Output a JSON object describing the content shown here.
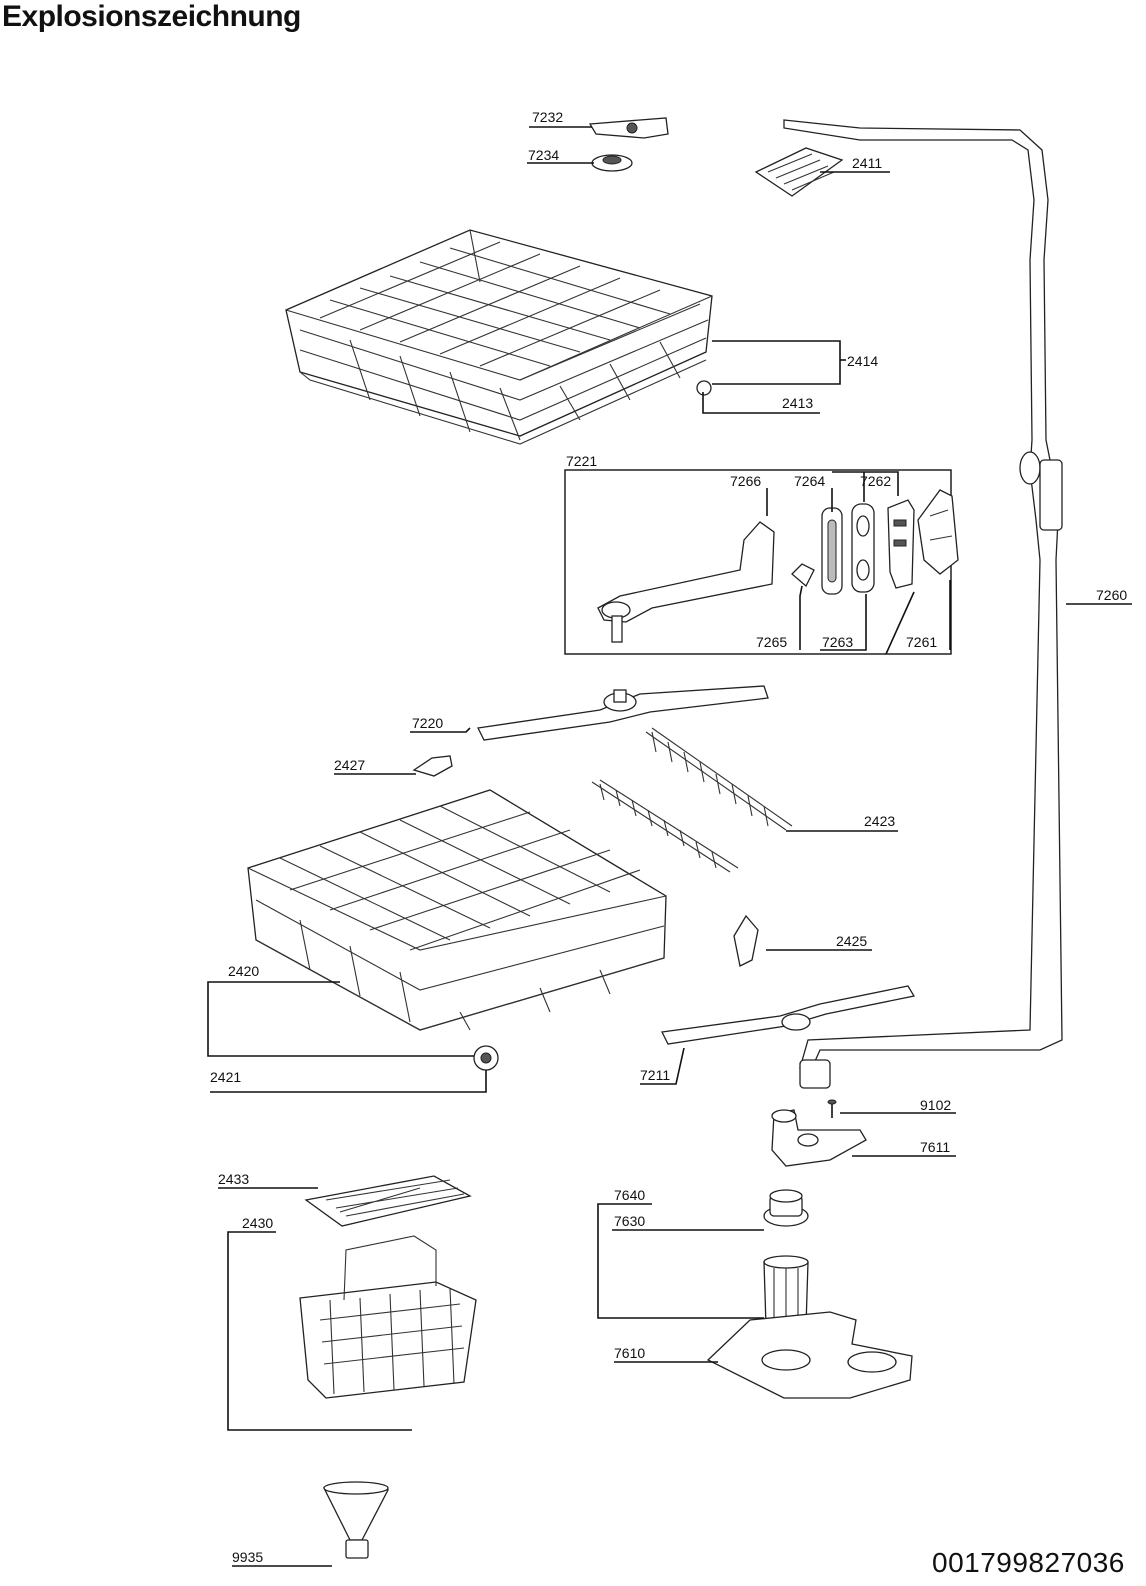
{
  "title": "Explosionszeichnung",
  "doc_number": "001799827036",
  "part_labels": {
    "p7232": "7232",
    "p7234": "7234",
    "p2411": "2411",
    "p2414": "2414",
    "p2413": "2413",
    "p7221": "7221",
    "p7266": "7266",
    "p7264": "7264",
    "p7262": "7262",
    "p7265": "7265",
    "p7263": "7263",
    "p7261": "7261",
    "p7260": "7260",
    "p7220": "7220",
    "p2427": "2427",
    "p2423": "2423",
    "p2425": "2425",
    "p2420": "2420",
    "p2421": "2421",
    "p7211": "7211",
    "p9102": "9102",
    "p7611": "7611",
    "p2433": "2433",
    "p2430": "2430",
    "p7640": "7640",
    "p7630": "7630",
    "p7610": "7610",
    "p9935": "9935"
  }
}
